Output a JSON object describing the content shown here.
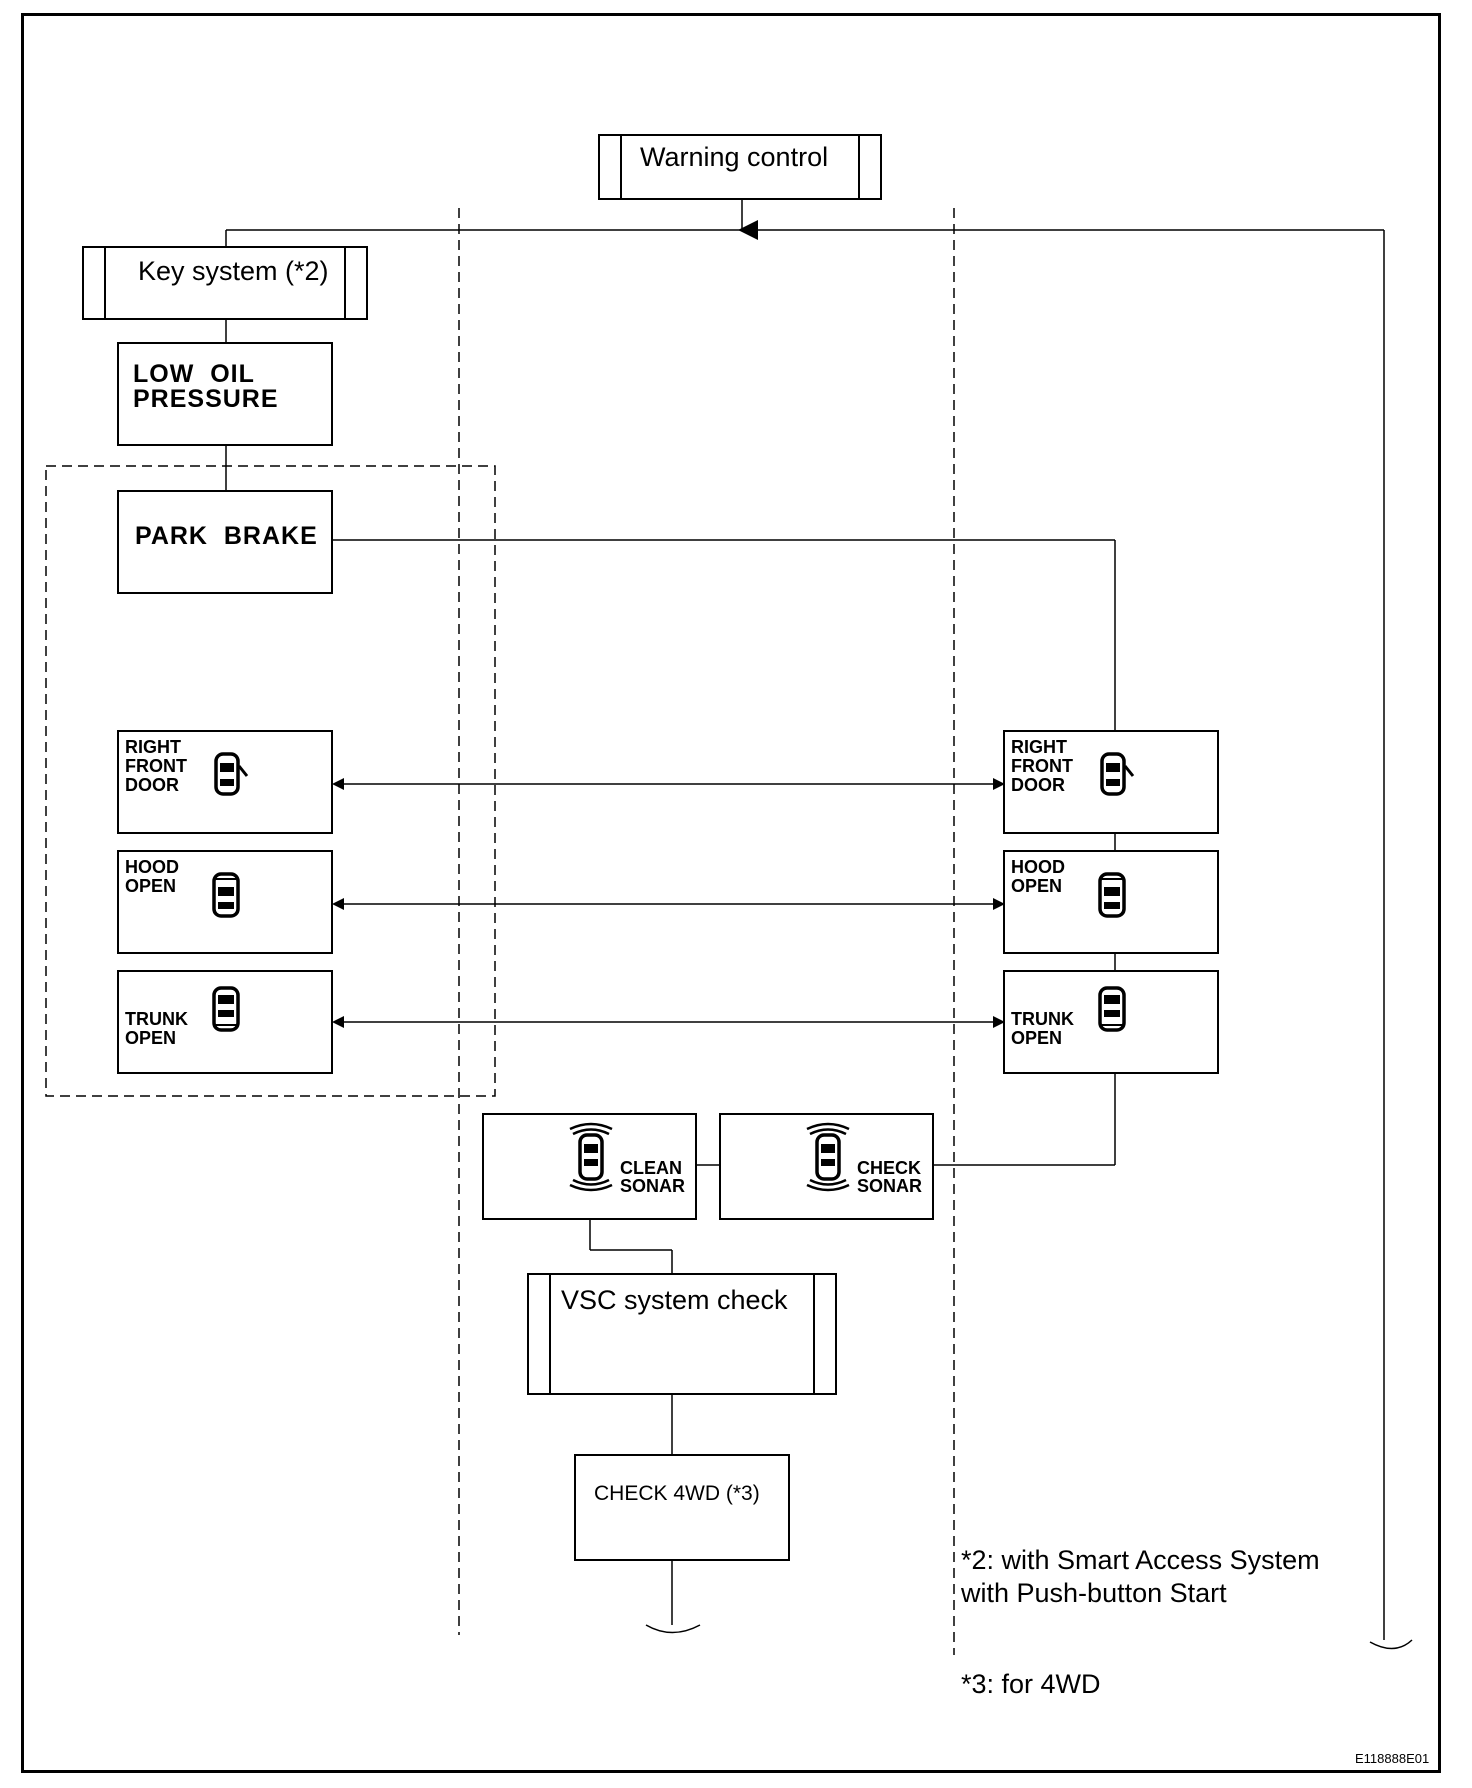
{
  "title": "Warning control",
  "subroutines": {
    "key_system": "Key system (*2)",
    "vsc": "VSC system check"
  },
  "messages": {
    "low_oil": "LOW  OIL\nPRESSURE",
    "park_brake": "PARK  BRAKE",
    "right_front_door": "RIGHT\nFRONT\nDOOR",
    "hood_open": "HOOD\nOPEN",
    "trunk_open": "TRUNK\nOPEN",
    "clean_sonar": "CLEAN\nSONAR",
    "check_sonar": "CHECK\nSONAR",
    "check_4wd": "CHECK 4WD (*3)"
  },
  "icons": [
    "car-door-open-icon",
    "car-hood-open-icon",
    "car-trunk-open-icon",
    "sonar-car-icon"
  ],
  "footnotes": {
    "note2": "*2: with Smart Access System\nwith Push-button Start",
    "note3": "*3: for 4WD"
  },
  "figure_id": "E118888E01"
}
